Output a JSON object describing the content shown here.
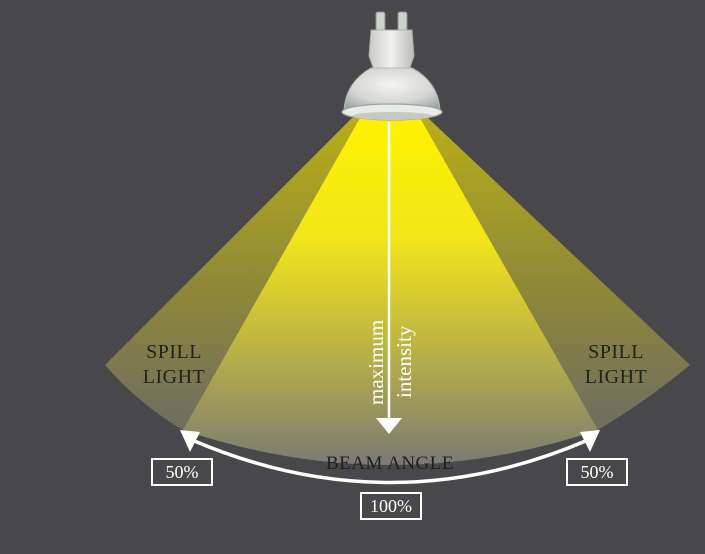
{
  "diagram": {
    "subject": "GU10 spotlight bulb beam angle",
    "colors": {
      "background": "#48484a",
      "beam_core": "#ffef00",
      "spill": "#8a8530",
      "arrow": "#ffffff",
      "label_dark": "#1e1e1e",
      "label_light": "#ffffff"
    },
    "labels": {
      "spill_left_line1": "SPILL",
      "spill_left_line2": "LIGHT",
      "spill_right_line1": "SPILL",
      "spill_right_line2": "LIGHT",
      "axis_line1": "maximum",
      "axis_line2": "intensity",
      "beam_angle": "BEAM ANGLE",
      "pct_left": "50%",
      "pct_right": "50%",
      "pct_center": "100%"
    },
    "icons": {
      "bulb": "gu10-bulb-icon",
      "down_arrow": "arrow-down-icon",
      "curved_arrow": "double-headed-arc-arrow-icon"
    }
  }
}
